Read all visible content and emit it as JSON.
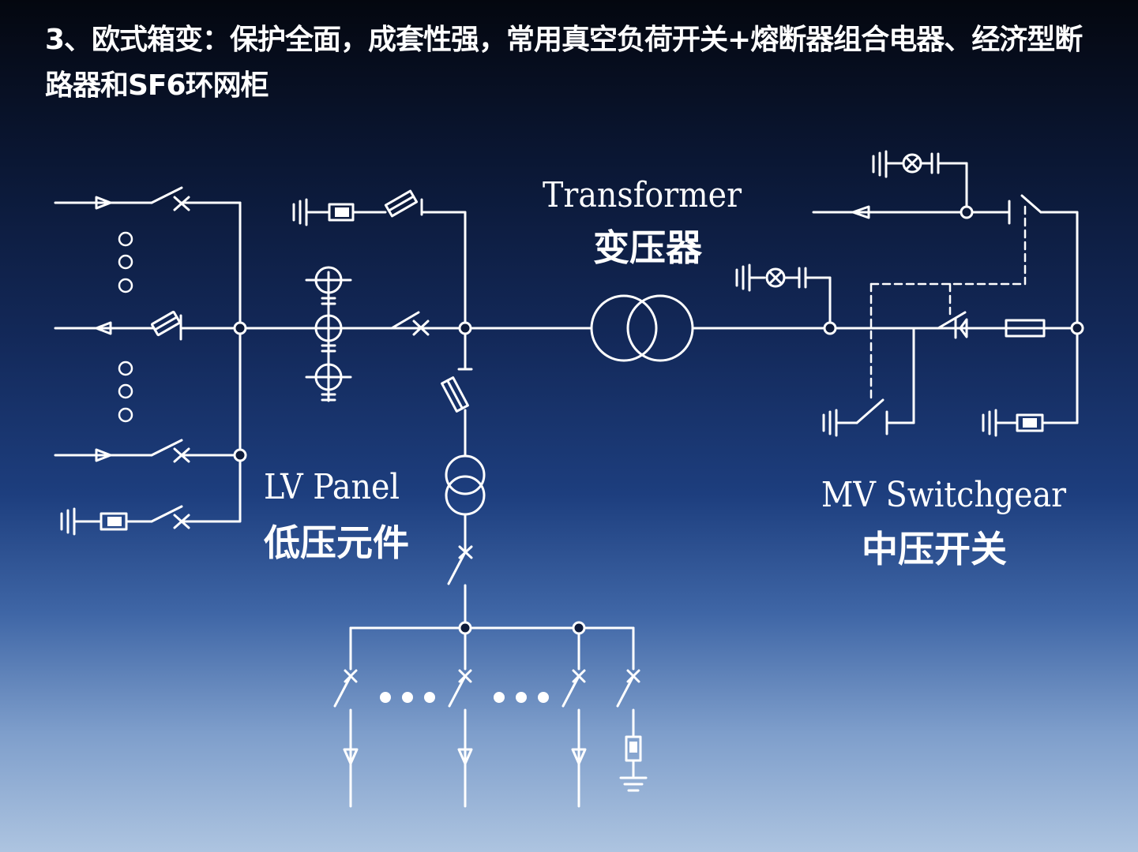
{
  "title": "3、欧式箱变：保护全面，成套性强，常用真空负荷开关+熔断器组合电器、经济型断路器和SF6环网柜",
  "labels": {
    "transformer_en": "Transformer",
    "transformer_zh": "变压器",
    "lv_en": "LV Panel",
    "lv_zh": "低压元件",
    "mv_en": "MV Switchgear",
    "mv_zh": "中压开关"
  },
  "colors": {
    "line": "#ffffff",
    "bg_top": "#04070f",
    "bg_bottom": "#adc4e0"
  }
}
